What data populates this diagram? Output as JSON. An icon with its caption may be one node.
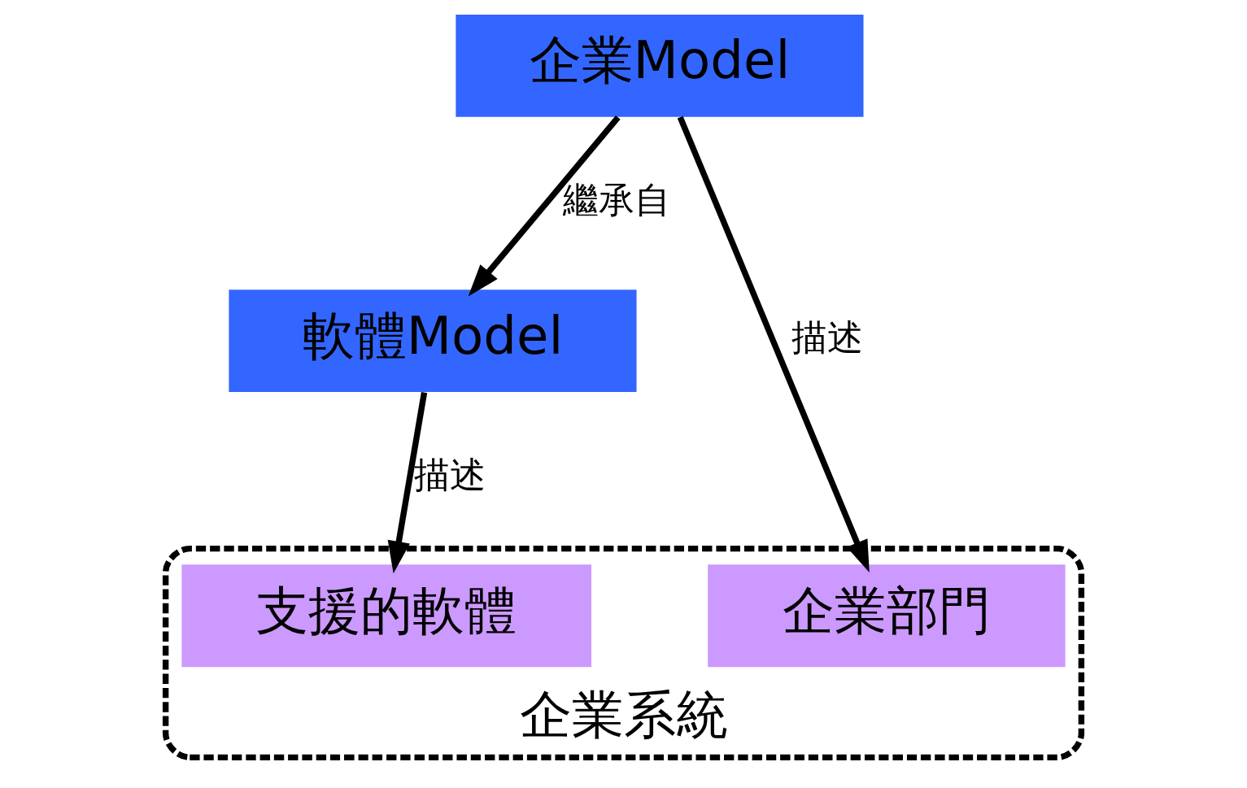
{
  "diagram": {
    "nodes": [
      {
        "text": [
          "企業Model"
        ]
      },
      {
        "text": [
          "軟體Model"
        ]
      },
      {
        "text": [
          "企業系統"
        ]
      },
      {
        "text": [
          "企業部門"
        ],
        "in": 2
      },
      {
        "text": [
          "支援的軟體"
        ],
        "in": 2
      }
    ],
    "edges": [
      {
        "from": 0,
        "to": 1,
        "label": "繼承自",
        "arrow": "to"
      },
      {
        "from": 0,
        "to": 3,
        "label": "描述",
        "arrow": "to"
      },
      {
        "from": 1,
        "to": 4,
        "label": "描述",
        "arrow": "to"
      }
    ]
  }
}
